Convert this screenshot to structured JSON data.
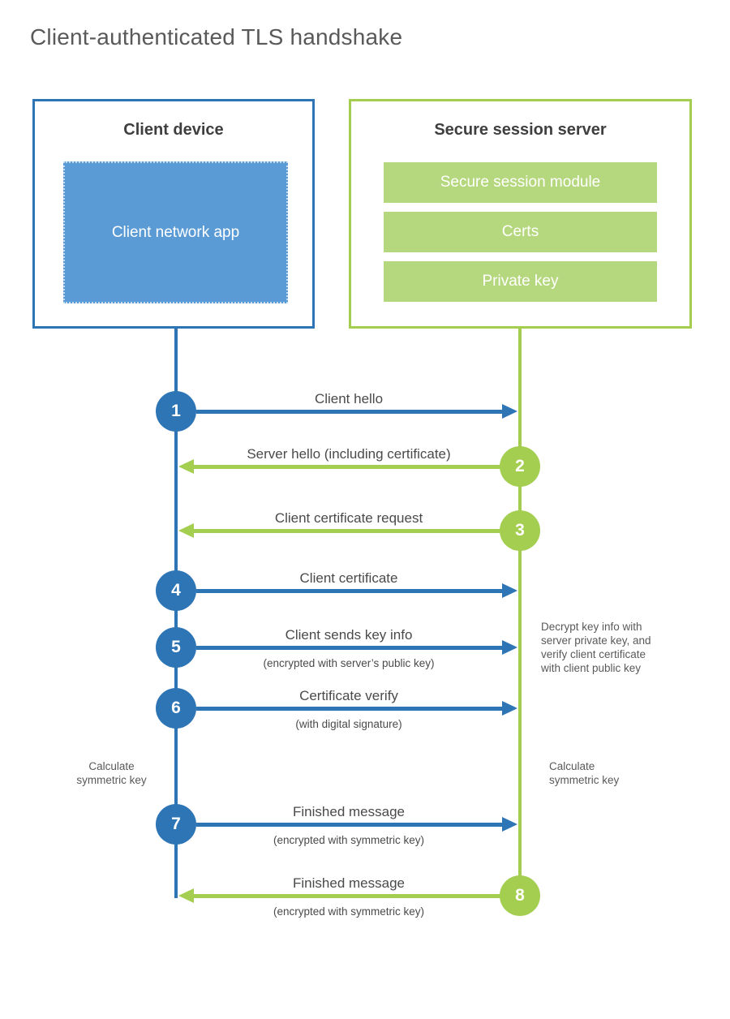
{
  "title": "Client-authenticated TLS handshake",
  "colors": {
    "blue_line": "#2e75b6",
    "blue_fill": "#5b9bd5",
    "green_line": "#a4ce50",
    "green_fill": "#b5d77d"
  },
  "client": {
    "title": "Client device",
    "app_label": "Client network app"
  },
  "server": {
    "title": "Secure session server",
    "modules": [
      "Secure session module",
      "Certs",
      "Private key"
    ]
  },
  "steps": [
    {
      "num": "1",
      "label": "Client hello",
      "sublabel": "",
      "from": "client",
      "direction": "right"
    },
    {
      "num": "2",
      "label": "Server hello (including certificate)",
      "sublabel": "",
      "from": "server",
      "direction": "left"
    },
    {
      "num": "3",
      "label": "Client certificate request",
      "sublabel": "",
      "from": "server",
      "direction": "left"
    },
    {
      "num": "4",
      "label": "Client certificate",
      "sublabel": "",
      "from": "client",
      "direction": "right"
    },
    {
      "num": "5",
      "label": "Client sends key info",
      "sublabel": "(encrypted with server’s public key)",
      "from": "client",
      "direction": "right"
    },
    {
      "num": "6",
      "label": "Certificate verify",
      "sublabel": "(with digital signature)",
      "from": "client",
      "direction": "right"
    },
    {
      "num": "7",
      "label": "Finished message",
      "sublabel": "(encrypted with symmetric key)",
      "from": "client",
      "direction": "right"
    },
    {
      "num": "8",
      "label": "Finished message",
      "sublabel": "(encrypted with symmetric key)",
      "from": "server",
      "direction": "left"
    }
  ],
  "annotations": {
    "server_decrypt_note": "Decrypt key info with server private key, and verify client certificate with client public key",
    "client_calc_note": "Calculate symmetric key",
    "server_calc_note": "Calculate symmetric key"
  }
}
